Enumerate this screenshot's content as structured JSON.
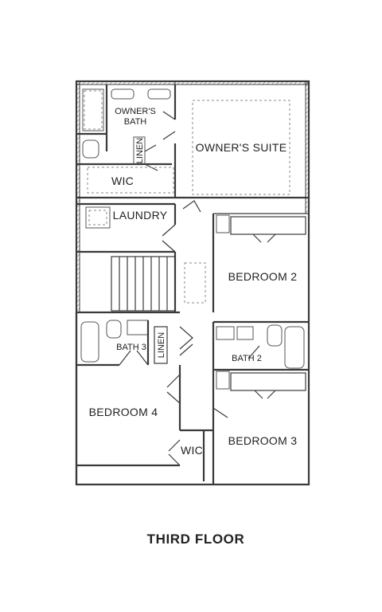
{
  "floor_title": "THIRD FLOOR",
  "rooms": {
    "owners_bath_line1": "OWNER'S",
    "owners_bath_line2": "BATH",
    "owners_suite": "OWNER'S SUITE",
    "linen_top": "LINEN",
    "wic_top": "WIC",
    "laundry": "LAUNDRY",
    "bedroom_2": "BEDROOM 2",
    "bath_3": "BATH 3",
    "linen_mid": "LINEN",
    "bath_2": "BATH 2",
    "bedroom_4": "BEDROOM 4",
    "wic_bottom": "WIC",
    "bedroom_3": "BEDROOM 3"
  }
}
